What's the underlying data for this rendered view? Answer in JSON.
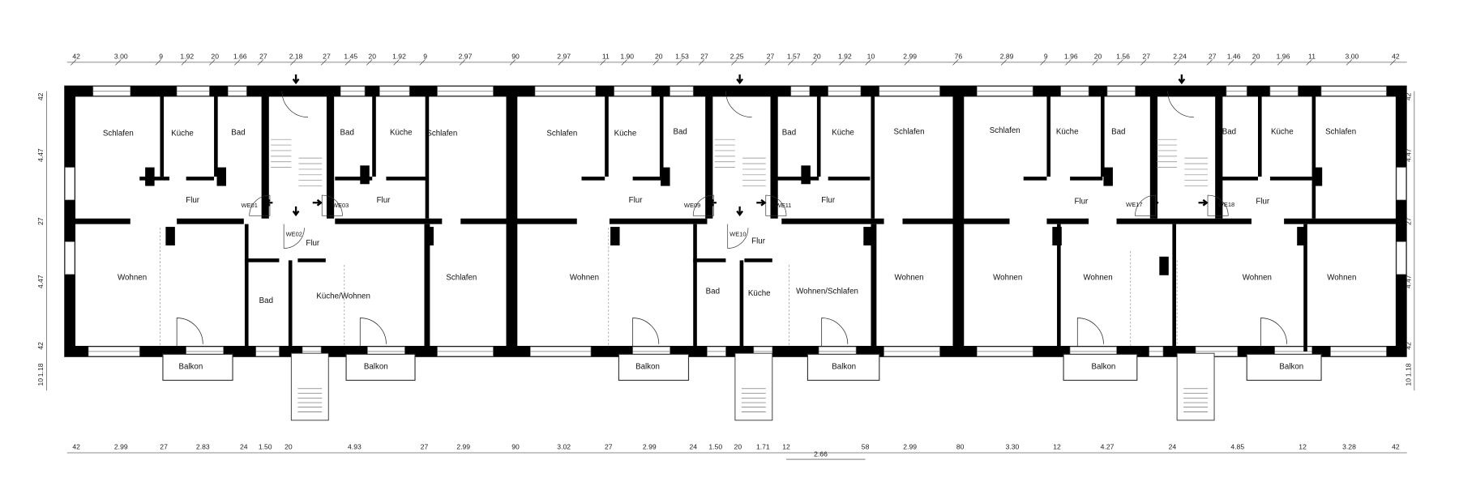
{
  "plan": {
    "rooms": {
      "u1": [
        "Schlafen",
        "Küche",
        "Bad",
        "Flur",
        "Wohnen",
        "Bad",
        "Küche",
        "Schlafen",
        "Flur",
        "Flur",
        "Bad",
        "Küche/Wohnen",
        "Schlafen",
        "Balkon",
        "Balkon"
      ],
      "u2": [
        "Schlafen",
        "Küche",
        "Bad",
        "Flur",
        "Wohnen",
        "Bad",
        "Küche",
        "Schlafen",
        "Flur",
        "Flur",
        "Bad",
        "Küche",
        "Wohnen/Schlafen",
        "Wohnen",
        "Balkon",
        "Balkon"
      ],
      "u3": [
        "Schlafen",
        "Küche",
        "Bad",
        "Flur",
        "Wohnen",
        "Wohnen",
        "Bad",
        "Küche",
        "Schlafen",
        "Flur",
        "Wohnen",
        "Wohnen",
        "Balkon",
        "Balkon"
      ]
    },
    "apartments": [
      "WE01",
      "WE02",
      "WE03",
      "WE09",
      "WE10",
      "WE11",
      "WE17",
      "WE18"
    ],
    "dimensions": {
      "top": [
        "42",
        "3.00",
        "9",
        "1.92",
        "20",
        "1.66",
        "27",
        "2.18",
        "27",
        "1.45",
        "20",
        "1.92",
        "9",
        "2.97",
        "90",
        "2.97",
        "11",
        "1.90",
        "20",
        "1.53",
        "27",
        "2.25",
        "27",
        "1.57",
        "20",
        "1.92",
        "10",
        "2.99",
        "76",
        "2.89",
        "9",
        "1.96",
        "20",
        "1.56",
        "27",
        "2.24",
        "27",
        "1.46",
        "20",
        "1.96",
        "11",
        "3.00",
        "42"
      ],
      "bottom": [
        "42",
        "2.99",
        "27",
        "2.83",
        "24",
        "1.50",
        "20",
        "4.93",
        "27",
        "2.99",
        "90",
        "3.02",
        "27",
        "2.99",
        "24",
        "1.50",
        "20",
        "1.71",
        "12",
        "2.66",
        "58",
        "2.99",
        "80",
        "3.30",
        "12",
        "4.27",
        "24",
        "4.85",
        "12",
        "3.28",
        "42"
      ],
      "left": [
        "42",
        "4.47",
        "27",
        "4.47",
        "42",
        "1.18",
        "10"
      ],
      "right": [
        "42",
        "4.47",
        "27",
        "4.47",
        "42",
        "1.18",
        "10"
      ]
    }
  }
}
